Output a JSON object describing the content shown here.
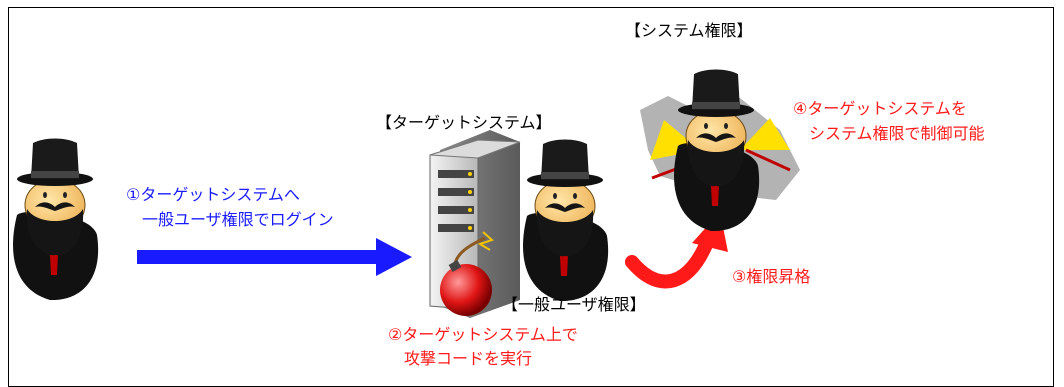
{
  "labels": {
    "system_privilege": "【システム権限】",
    "target_system": "【ターゲットシステム】",
    "general_user_privilege": "【一般ユーザ権限】"
  },
  "steps": {
    "step1_line1": "①ターゲットシステムへ",
    "step1_line2": "一般ユーザ権限でログイン",
    "step2_line1": "②ターゲットシステム上で",
    "step2_line2": "攻撃コードを実行",
    "step3": "③権限昇格",
    "step4_line1": "④ターゲットシステムを",
    "step4_line2": "システム権限で制御可能"
  },
  "colors": {
    "step1_text": "#1a1aff",
    "steps_2_3_4_text": "#ff1a1a",
    "login_arrow": "#1a1aff",
    "escalation_arrow": "#ff1a1a"
  },
  "icons": [
    "hacker-icon",
    "server-icon",
    "bomb-icon",
    "login-arrow-icon",
    "escalation-arrow-icon"
  ]
}
